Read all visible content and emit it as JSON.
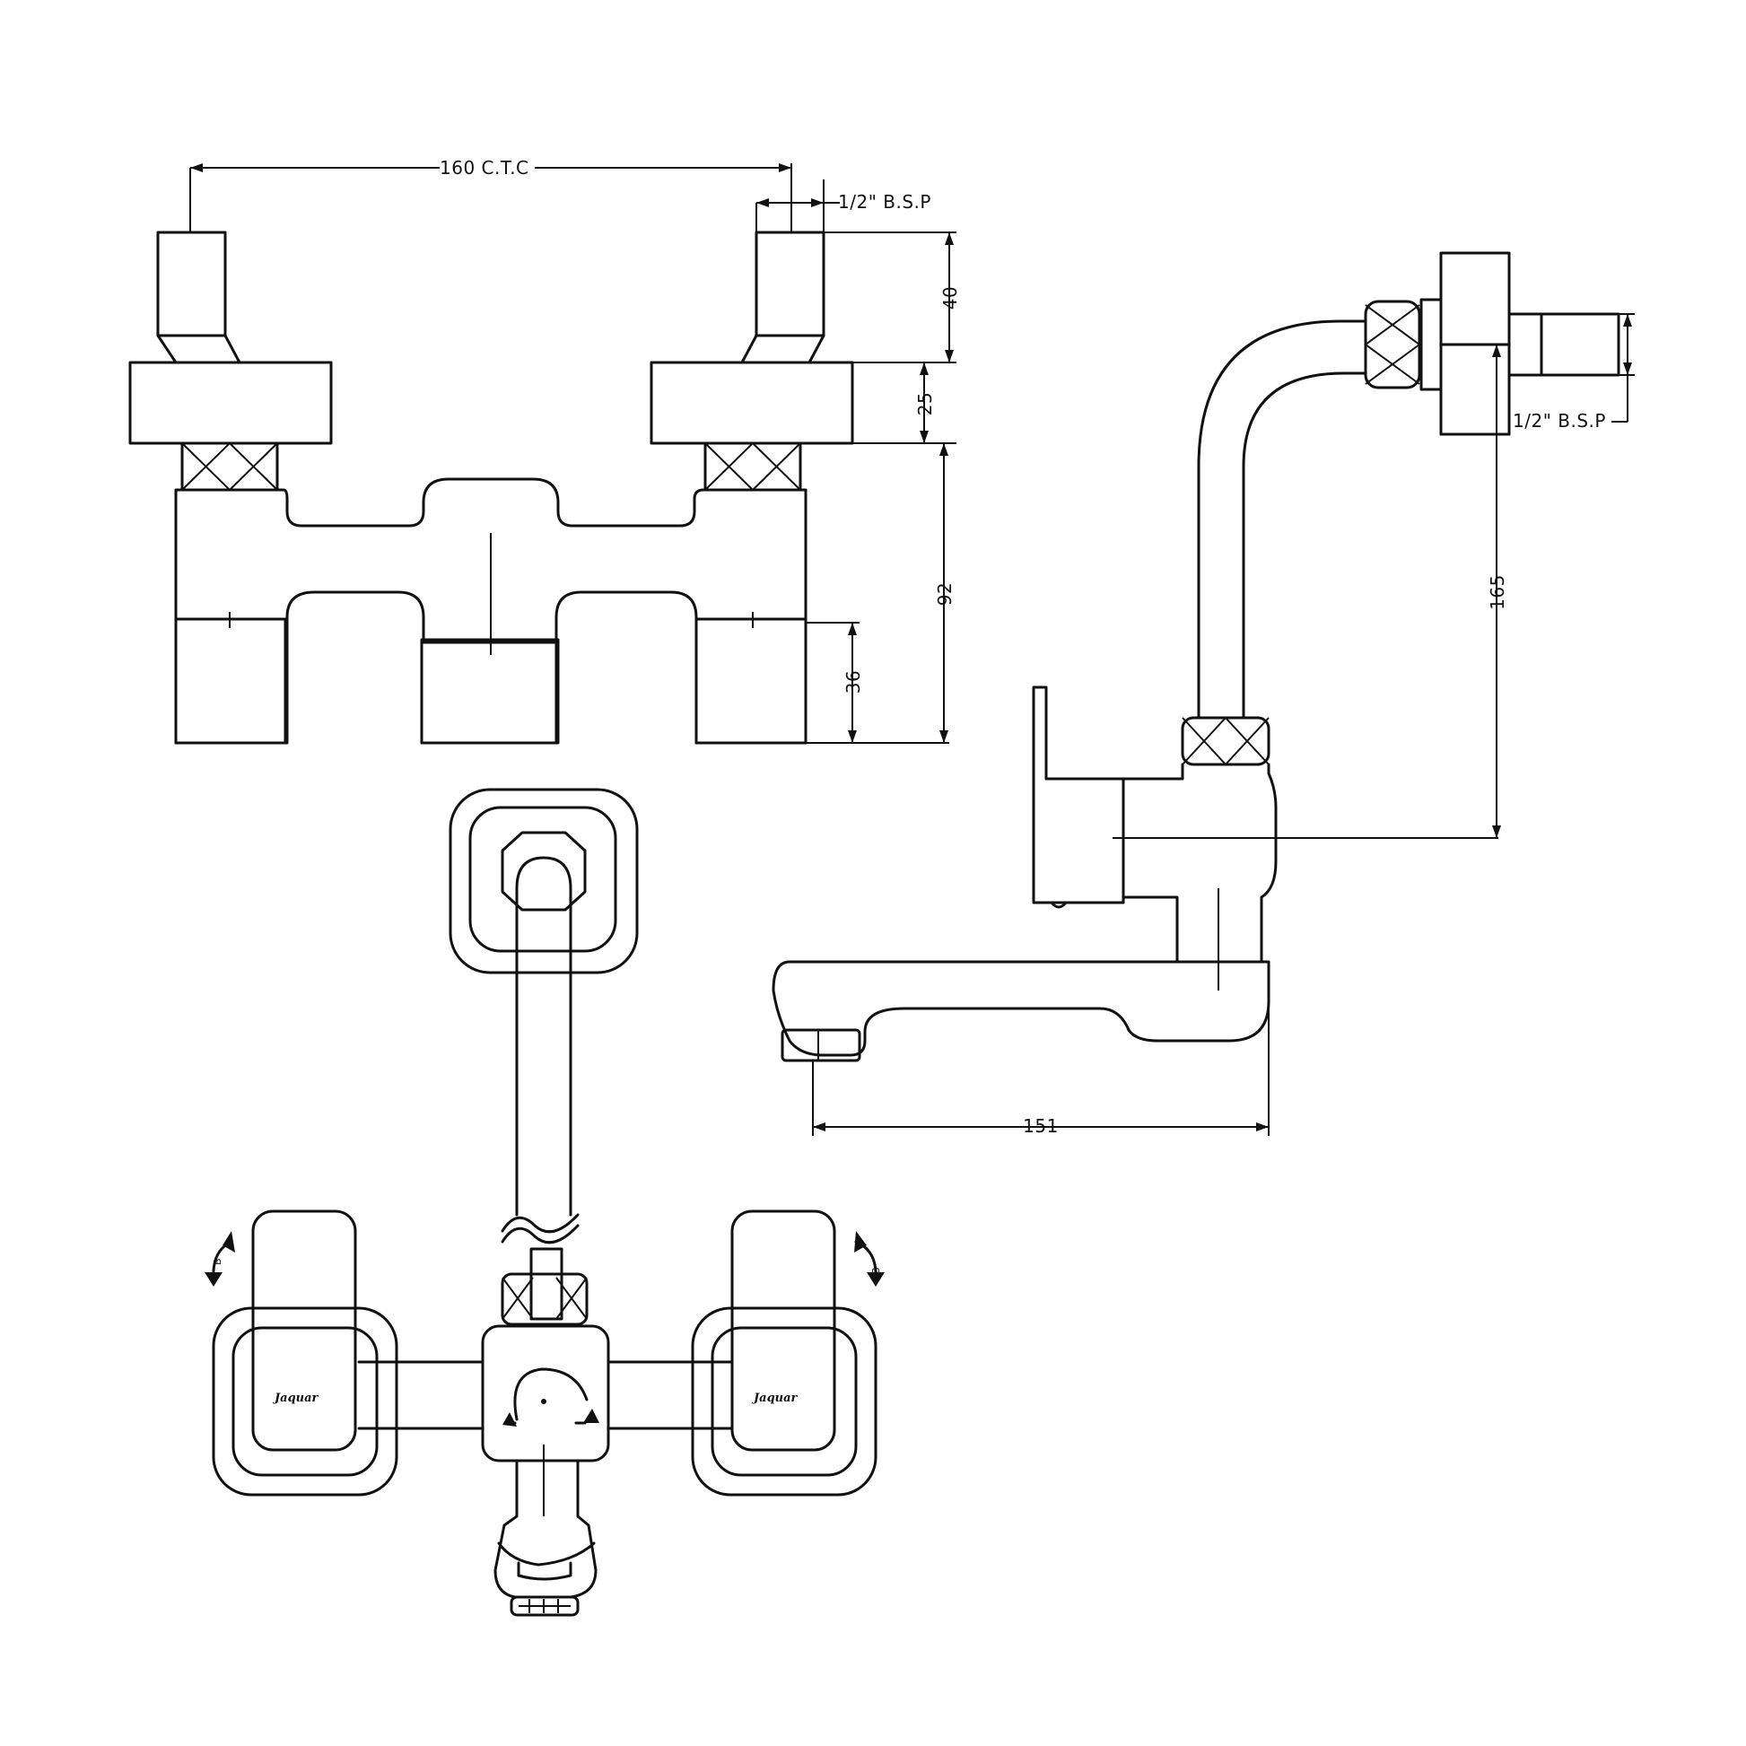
{
  "dimensions": {
    "ctc": "160 C.T.C",
    "bsp_top": "1/2\" B.S.P",
    "inlet_height": "40",
    "flange_height": "25",
    "body_height": "92",
    "leg_height": "36",
    "side_height": "165",
    "bsp_side": "1/2\" B.S.P",
    "spout_reach": "151"
  },
  "handles": {
    "brand_left": "Jaquar",
    "brand_right": "Jaquar",
    "rotation_mark_left": "B",
    "rotation_mark_right": "B"
  }
}
